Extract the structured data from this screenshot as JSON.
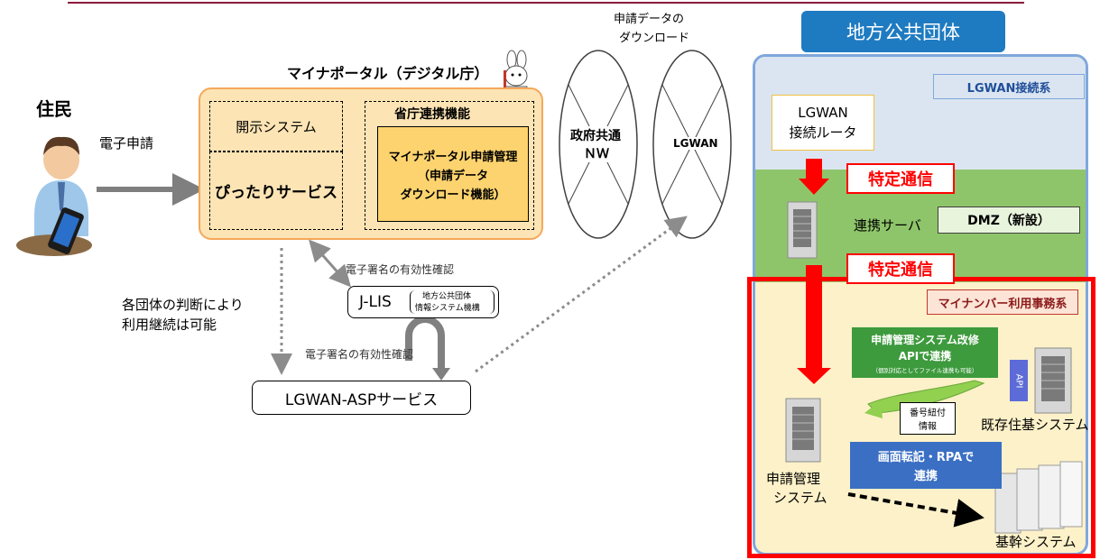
{
  "resident": {
    "label": "住民"
  },
  "arrows": {
    "e_application": "電子申請",
    "download_line1": "申請データの",
    "download_line2": "ダウンロード"
  },
  "mynaportal": {
    "title": "マイナポータル（デジタル庁）",
    "disclosure_system": "開示システム",
    "pittari_service": "ぴったりサービス",
    "ministry_label": "省庁連携機能",
    "app_mgmt_line1": "マイナポータル申請管理",
    "app_mgmt_line2": "（申請データ",
    "app_mgmt_line3": "ダウンロード機能）"
  },
  "networks": {
    "gov_common_line1": "政府共通",
    "gov_common_line2": "ＮＷ",
    "lgwan": "LGWAN"
  },
  "jlis": {
    "name": "J-LIS",
    "org_line1": "地方公共団体",
    "org_line2": "情報システム機構",
    "signature_check_top": "電子署名の有効性確認",
    "signature_check_bottom": "電子署名の有効性確認"
  },
  "asp": {
    "label": "LGWAN-ASPサービス"
  },
  "continuation": {
    "line1": "各団体の判断により",
    "line2": "利用継続は可能"
  },
  "local_gov": {
    "header": "地方公共団体",
    "lgwan_zone": "LGWAN接続系",
    "router_line1": "LGWAN",
    "router_line2": "接続ルータ",
    "specific_comm_1": "特定通信",
    "specific_comm_2": "特定通信",
    "link_server": "連携サーバ",
    "dmz": "DMZ（新設）",
    "mynumber_zone": "マイナンバー利用事務系",
    "api_box_line1": "申請管理システム改修",
    "api_box_line2": "APIで連携",
    "api_box_line3": "（個別対応としてファイル連携も可能）",
    "api_tag": "API",
    "number_info_line1": "番号紐付",
    "number_info_line2": "情報",
    "existing_system": "既存住基システム",
    "rpa_box_line1": "画面転記・RPAで",
    "rpa_box_line2": "連携",
    "app_mgmt_line1": "申請管理",
    "app_mgmt_line2": "システム",
    "core_system": "基幹システム"
  },
  "colors": {
    "top_rule": "#8b1a3a",
    "accent_blue": "#1f7bc1",
    "red": "#ff0000",
    "green_box": "#3d9a3d",
    "blue_box": "#3a6fc4",
    "orange_panel": "#fce4b4"
  }
}
